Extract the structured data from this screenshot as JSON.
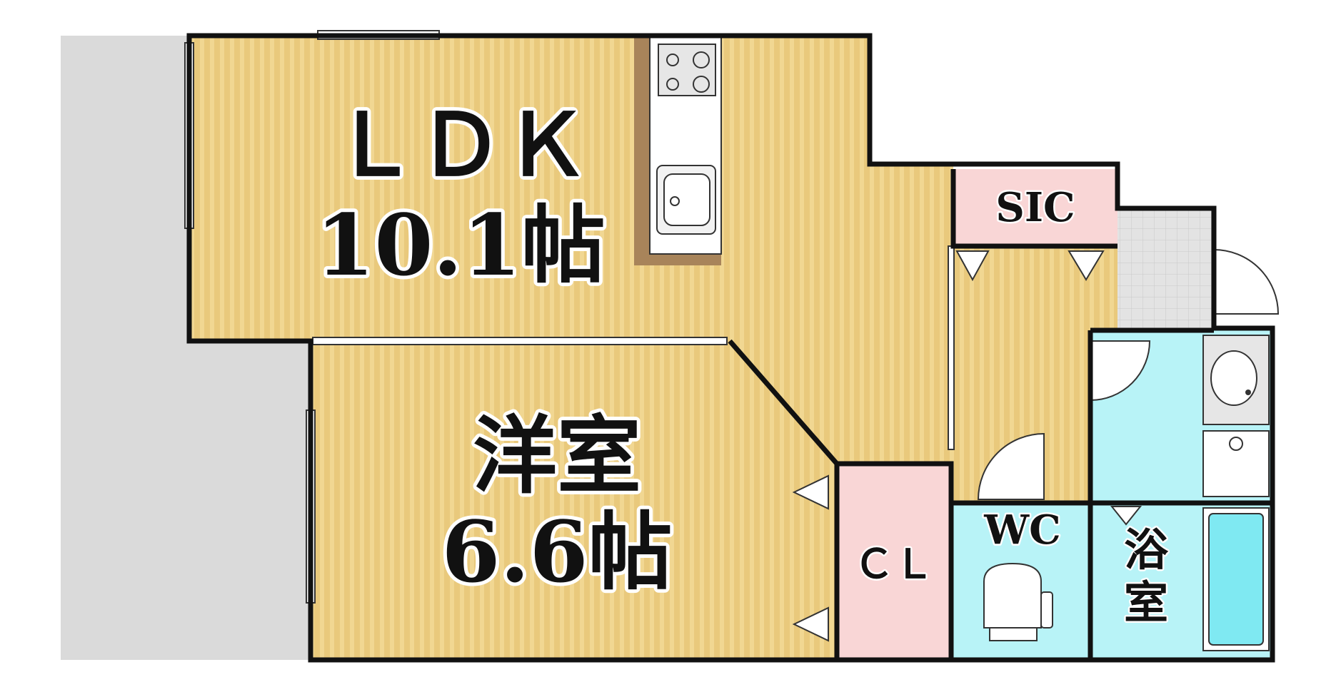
{
  "rooms": {
    "ldk": {
      "name": "ＬＤＫ",
      "size": "10.1帖"
    },
    "western": {
      "name": "洋室",
      "size": "6.6帖"
    },
    "sic": {
      "name": "SIC"
    },
    "closet": {
      "name": "ＣＬ"
    },
    "wc": {
      "name": "WC"
    },
    "bath": {
      "name": "浴室",
      "line1": "浴",
      "line2": "室"
    }
  },
  "colors": {
    "floor": "#e9c97c",
    "floor_stripe": "#f4dd9c",
    "closet_pink": "#f9d6d6",
    "wet_cyan": "#b8f3f7",
    "balcony_gray": "#dadada",
    "kitchen_wood": "#a8845a",
    "wall": "#111111"
  }
}
